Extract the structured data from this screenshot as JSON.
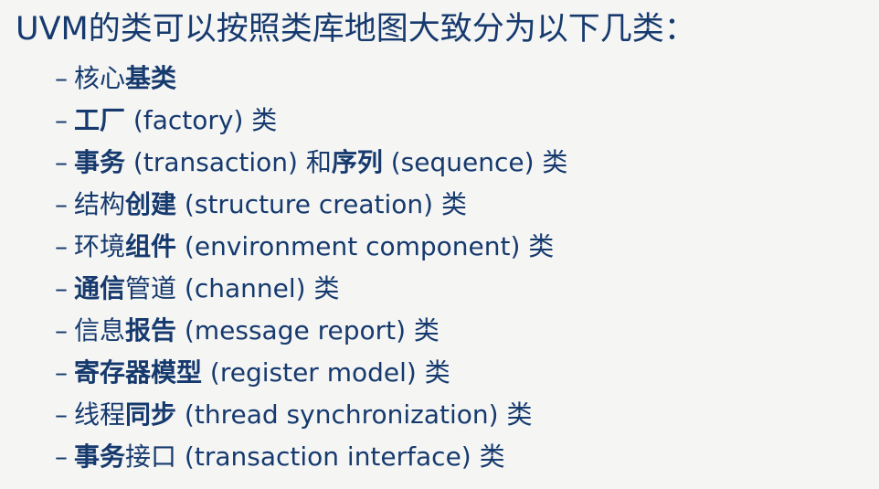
{
  "slide": {
    "colors": {
      "text": "#163A6E",
      "background": "#F5F5F4"
    },
    "title": "UVM的类可以按照类库地图大致分为以下几类：",
    "bullet_char": "–",
    "items": [
      {
        "segments": [
          {
            "text": "核心",
            "bold": false
          },
          {
            "text": "基类",
            "bold": true
          }
        ]
      },
      {
        "segments": [
          {
            "text": "工厂",
            "bold": true
          },
          {
            "text": " (factory) 类",
            "bold": false
          }
        ]
      },
      {
        "segments": [
          {
            "text": "事务",
            "bold": true
          },
          {
            "text": " (transaction) 和",
            "bold": false
          },
          {
            "text": "序列",
            "bold": true
          },
          {
            "text": " (sequence) 类",
            "bold": false
          }
        ]
      },
      {
        "segments": [
          {
            "text": "结构",
            "bold": false
          },
          {
            "text": "创建",
            "bold": true
          },
          {
            "text": " (structure creation) 类",
            "bold": false
          }
        ]
      },
      {
        "segments": [
          {
            "text": "环境",
            "bold": false
          },
          {
            "text": "组件",
            "bold": true
          },
          {
            "text": " (environment component) 类",
            "bold": false
          }
        ]
      },
      {
        "segments": [
          {
            "text": "通信",
            "bold": true
          },
          {
            "text": "管道 (channel) 类",
            "bold": false
          }
        ]
      },
      {
        "segments": [
          {
            "text": "信息",
            "bold": false
          },
          {
            "text": "报告",
            "bold": true
          },
          {
            "text": " (message report) 类",
            "bold": false
          }
        ]
      },
      {
        "segments": [
          {
            "text": "寄存器模型",
            "bold": true
          },
          {
            "text": " (register model) 类",
            "bold": false
          }
        ]
      },
      {
        "segments": [
          {
            "text": "线程",
            "bold": false
          },
          {
            "text": "同步",
            "bold": true
          },
          {
            "text": " (thread synchronization) 类",
            "bold": false
          }
        ]
      },
      {
        "segments": [
          {
            "text": "事务",
            "bold": true
          },
          {
            "text": "接口 (transaction interface) 类",
            "bold": false
          }
        ]
      }
    ]
  }
}
